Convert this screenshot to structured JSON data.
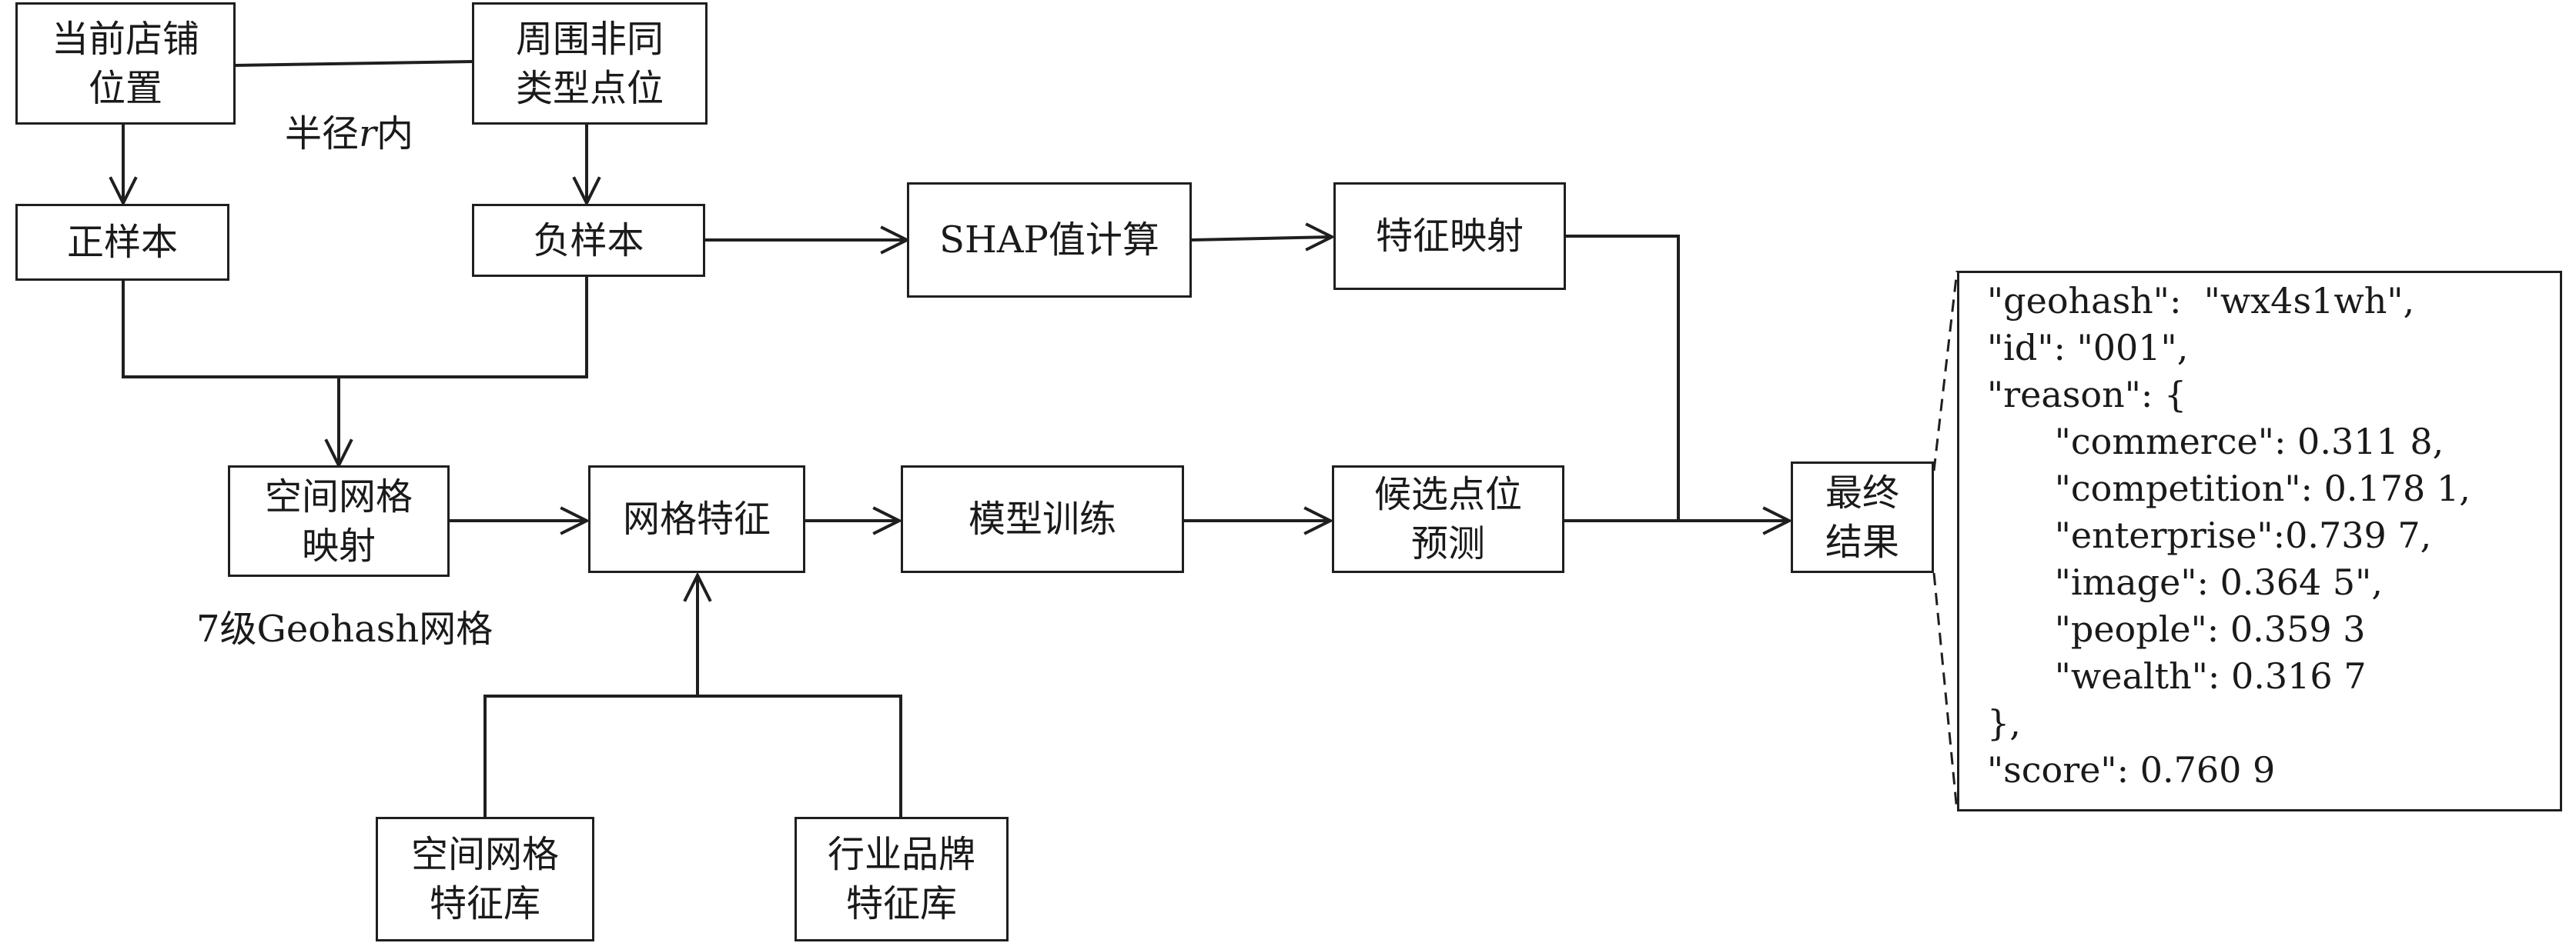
{
  "nodes": {
    "store_location": "当前店铺\n位置",
    "nearby_points": "周围非同\n类型点位",
    "positive_sample": "正样本",
    "negative_sample": "负样本",
    "shap_calc": "SHAP值计算",
    "feature_mapping": "特征映射",
    "grid_mapping": "空间网格\n映射",
    "grid_features": "网格特征",
    "model_training": "模型训练",
    "candidate_prediction": "候选点位\n预测",
    "final_result": "最终\n结果",
    "grid_feature_db": "空间网格\n特征库",
    "brand_feature_db": "行业品牌\n特征库"
  },
  "labels": {
    "radius_prefix": "半径",
    "radius_var": "r",
    "radius_suffix": "内",
    "geohash_level": "7级Geohash网格"
  },
  "result_json": {
    "line_1": "\"geohash\":  \"wx4s1wh\",",
    "line_2": "\"id\": \"001\",",
    "line_3": "\"reason\": {",
    "line_4": "      \"commerce\": 0.311 8,",
    "line_5": "      \"competition\": 0.178 1,",
    "line_6": "      \"enterprise\":0.739 7,",
    "line_7": "      \"image\": 0.364 5\",",
    "line_8": "      \"people\": 0.359 3",
    "line_9": "      \"wealth\": 0.316 7",
    "line_10": "},",
    "line_11": "\"score\": 0.760 9"
  }
}
